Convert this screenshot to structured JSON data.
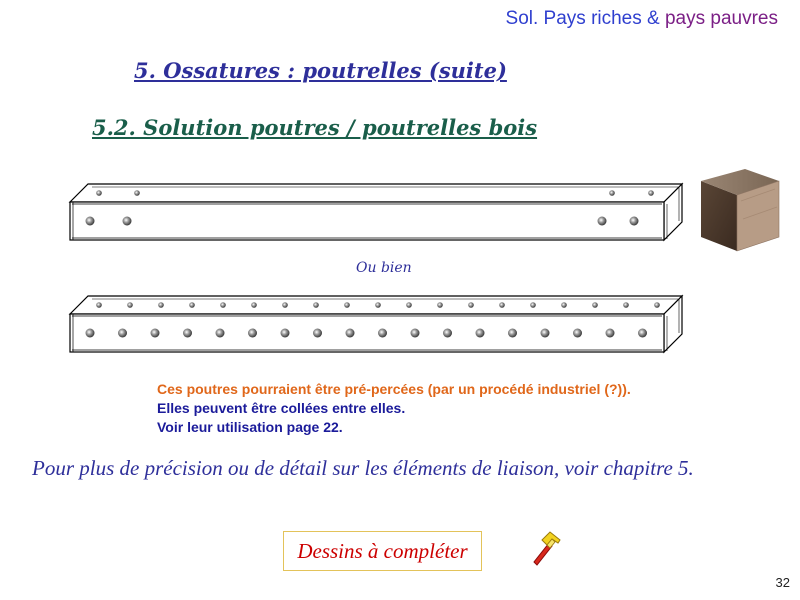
{
  "header": {
    "part1": "Sol. Pays riches & ",
    "part2": "pays pauvres"
  },
  "title_section": "5. Ossatures : poutrelles (suite)",
  "title_subsection": "5.2. Solution poutres / poutrelles bois",
  "separator_text": "Ou bien",
  "notes": {
    "line1": "Ces poutres pourraient être pré-percées (par un procédé industriel (?)).",
    "line2": "Elles peuvent être collées entre elles.",
    "line3": "Voir leur utilisation page 22."
  },
  "detail_text": "Pour plus de précision ou de détail sur les éléments de liaison, voir chapitre 5.",
  "button_label": "Dessins à compléter",
  "page_number": "32",
  "colors": {
    "header_blue": "#2f3fcf",
    "header_purple": "#7b1f86",
    "title_blue": "#2e2f9a",
    "title_green": "#1a5e4a",
    "note_orange": "#e0671a",
    "note_navy": "#1b1b9a",
    "button_red": "#cc0000"
  },
  "icons": [
    "hammer-icon",
    "wood-block-image"
  ]
}
